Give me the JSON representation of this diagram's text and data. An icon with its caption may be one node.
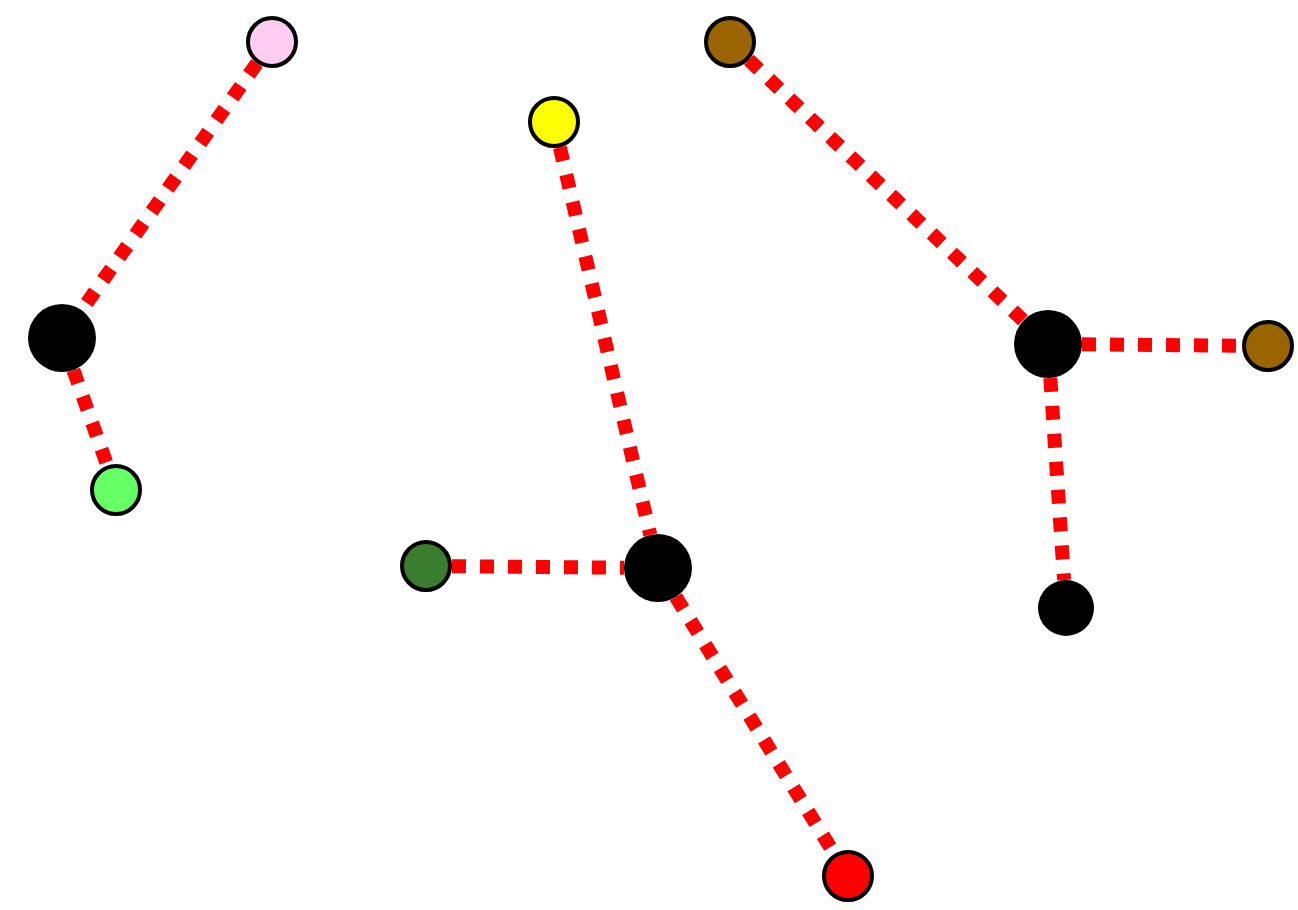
{
  "diagram": {
    "nodes": [
      {
        "text": [],
        "shape": "circle"
      },
      {
        "text": [],
        "shape": "circle"
      },
      {
        "text": [],
        "shape": "circle"
      },
      {
        "text": [],
        "shape": "circle"
      },
      {
        "text": [],
        "shape": "circle"
      },
      {
        "text": [],
        "shape": "circle"
      },
      {
        "text": [],
        "shape": "circle"
      },
      {
        "text": [],
        "shape": "circle"
      },
      {
        "text": [],
        "shape": "circle"
      },
      {
        "text": [],
        "shape": "circle"
      },
      {
        "text": [],
        "shape": "circle"
      }
    ],
    "edges": [
      {
        "from": 0,
        "to": 3,
        "arrow": "none",
        "style": "dashed"
      },
      {
        "from": 3,
        "to": 6,
        "arrow": "none",
        "style": "dashed"
      },
      {
        "from": 2,
        "to": 8,
        "arrow": "none",
        "style": "dashed"
      },
      {
        "from": 7,
        "to": 8,
        "arrow": "none",
        "style": "dashed"
      },
      {
        "from": 8,
        "to": 10,
        "arrow": "none",
        "style": "dashed"
      },
      {
        "from": 1,
        "to": 4,
        "arrow": "none",
        "style": "dashed"
      },
      {
        "from": 4,
        "to": 5,
        "arrow": "none",
        "style": "dashed"
      },
      {
        "from": 4,
        "to": 9,
        "arrow": "none",
        "style": "dashed"
      }
    ]
  }
}
